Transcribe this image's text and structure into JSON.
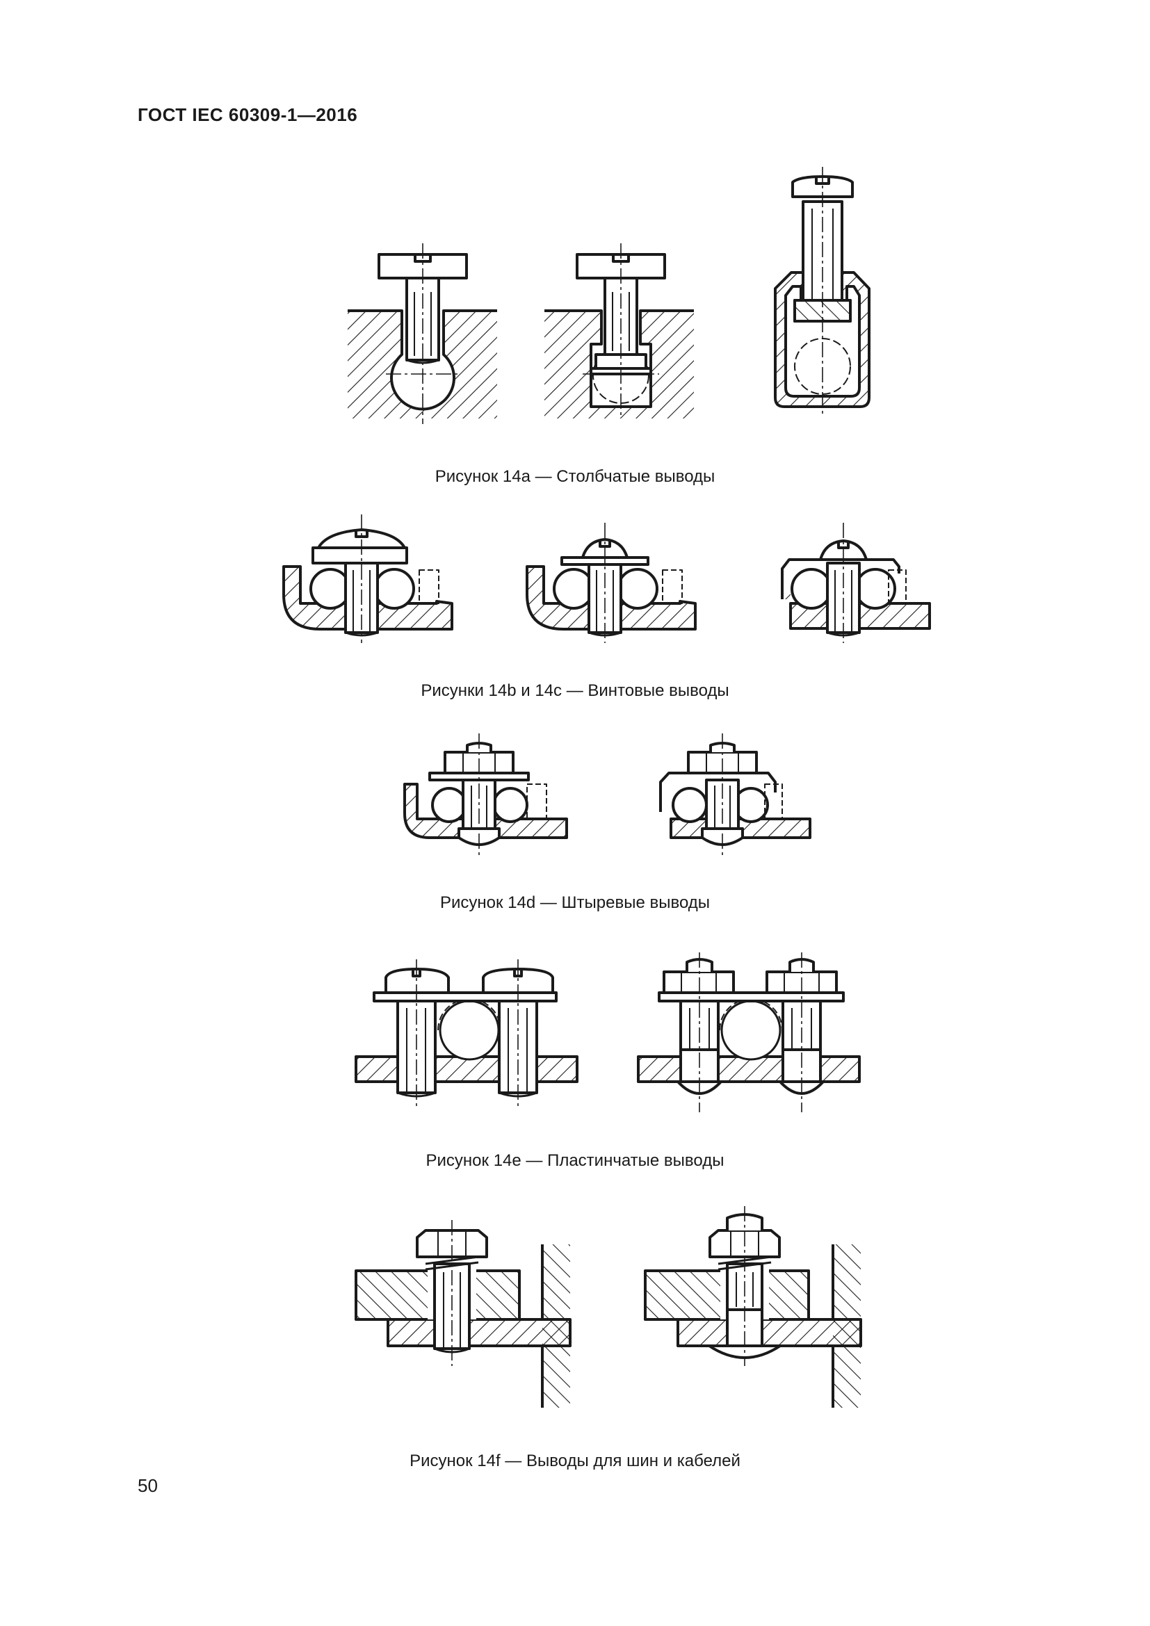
{
  "header": {
    "standard": "ГОСТ IEC 60309-1—2016"
  },
  "captions": {
    "fig14a": "Рисунок 14a — Столбчатые выводы",
    "fig14bc": "Рисунки 14b и 14c — Винтовые выводы",
    "fig14d": "Рисунок 14d — Штыревые выводы",
    "fig14e": "Рисунок 14e — Пластинчатые выводы",
    "fig14f": "Рисунок 14f — Выводы для шин и кабелей"
  },
  "footer": {
    "page_number": "50"
  }
}
